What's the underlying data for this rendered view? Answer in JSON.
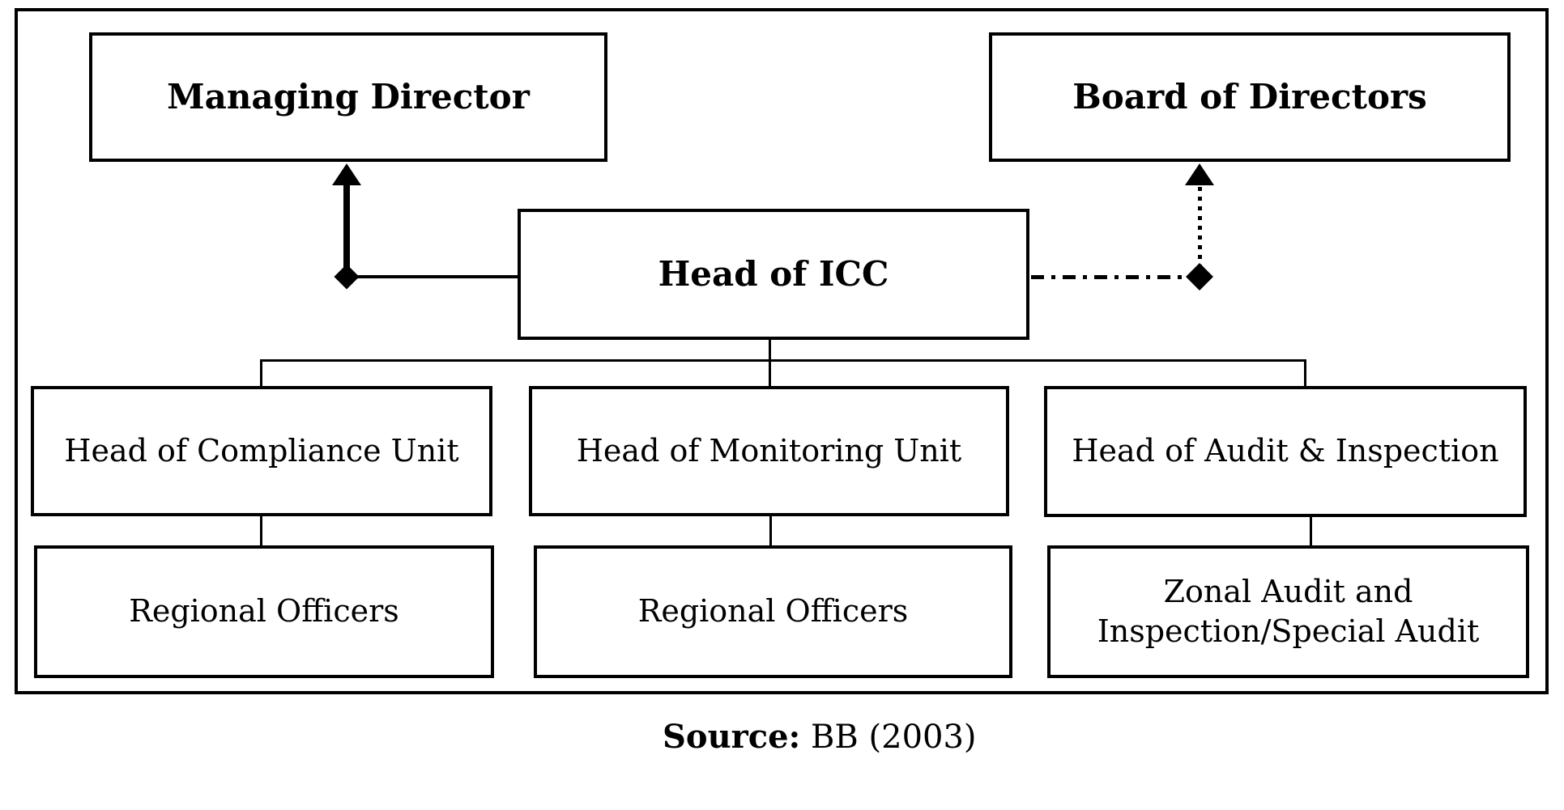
{
  "diagram": {
    "nodes": {
      "managing_director": {
        "label": "Managing Director"
      },
      "board_of_directors": {
        "label": "Board of Directors"
      },
      "head_of_icc": {
        "label": "Head of ICC"
      },
      "head_of_compliance": {
        "label": "Head of Compliance Unit"
      },
      "head_of_monitoring": {
        "label": "Head of Monitoring Unit"
      },
      "head_of_audit": {
        "label": "Head of Audit & Inspection"
      },
      "regional_officers_compliance": {
        "label": "Regional Officers"
      },
      "regional_officers_monitoring": {
        "label": "Regional Officers"
      },
      "zonal_audit": {
        "line1": "Zonal Audit and",
        "line2": "Inspection/Special Audit"
      }
    },
    "connections": [
      {
        "from": "head_of_icc",
        "to": "managing_director",
        "style": "solid-line, diamond start, arrow up"
      },
      {
        "from": "head_of_icc",
        "to": "board_of_directors",
        "style": "dash-dot then dotted line, diamond joint, arrow up"
      },
      {
        "from": "head_of_icc",
        "to": "head_of_compliance",
        "style": "solid tree line"
      },
      {
        "from": "head_of_icc",
        "to": "head_of_monitoring",
        "style": "solid tree line"
      },
      {
        "from": "head_of_icc",
        "to": "head_of_audit",
        "style": "solid tree line"
      },
      {
        "from": "head_of_compliance",
        "to": "regional_officers_compliance",
        "style": "solid line"
      },
      {
        "from": "head_of_monitoring",
        "to": "regional_officers_monitoring",
        "style": "solid line"
      },
      {
        "from": "head_of_audit",
        "to": "zonal_audit",
        "style": "solid line"
      }
    ],
    "source": {
      "label": "Source:",
      "value": " BB (2003)"
    },
    "colors": {
      "line": "#000000",
      "background": "#ffffff"
    }
  }
}
